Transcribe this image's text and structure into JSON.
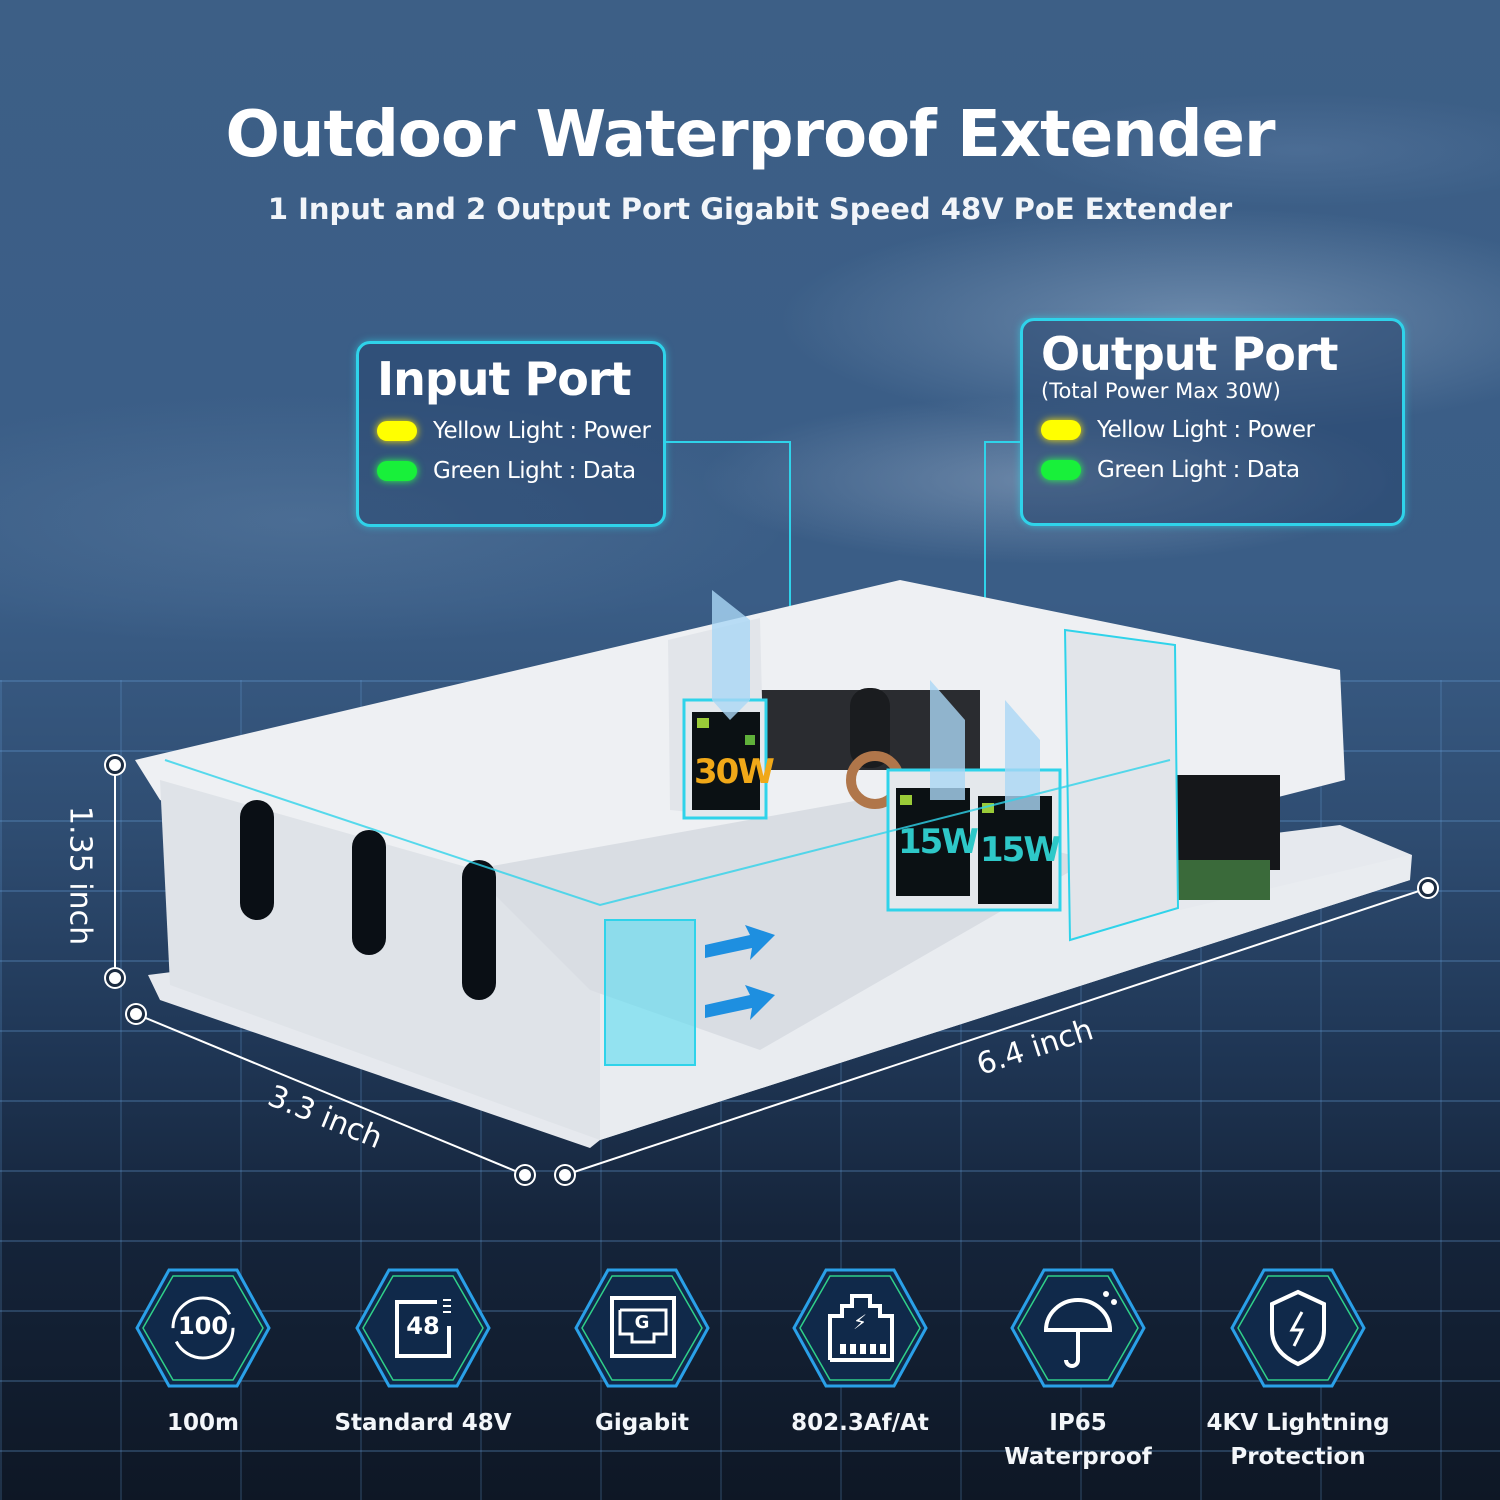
{
  "header": {
    "title": "Outdoor Waterproof Extender",
    "subtitle": "1 Input and 2 Output Port Gigabit Speed 48V PoE Extender"
  },
  "input_port": {
    "title": "Input Port",
    "legend": [
      {
        "color": "yellow",
        "label": "Yellow Light : Power"
      },
      {
        "color": "green",
        "label": "Green Light : Data"
      }
    ]
  },
  "output_port": {
    "title": "Output Port",
    "note": "(Total Power Max 30W)",
    "legend": [
      {
        "color": "yellow",
        "label": "Yellow Light : Power"
      },
      {
        "color": "green",
        "label": "Green Light : Data"
      }
    ]
  },
  "device": {
    "input_power": "30W",
    "output_power_1": "15W",
    "output_power_2": "15W",
    "dimensions": {
      "height": "1.35 inch",
      "width": "3.3 inch",
      "length": "6.4 inch"
    }
  },
  "features": [
    {
      "icon": "distance-100-icon",
      "glyph": "100",
      "label": "100m"
    },
    {
      "icon": "voltage-48-icon",
      "glyph": "48",
      "label": "Standard 48V"
    },
    {
      "icon": "gigabit-port-icon",
      "glyph": "G",
      "label": "Gigabit"
    },
    {
      "icon": "poe-port-icon",
      "glyph": "⚡",
      "label": "802.3Af/At"
    },
    {
      "icon": "umbrella-icon",
      "glyph": "☂",
      "label_line1": "IP65",
      "label_line2": "Waterproof"
    },
    {
      "icon": "shield-lightning-icon",
      "glyph": "⚡",
      "label_line1": "4KV Lightning",
      "label_line2": "Protection"
    }
  ],
  "colors": {
    "accent_cyan": "#2fd3ea",
    "led_yellow": "#ffff00",
    "led_green": "#18f03a",
    "input_label": "#f0a818",
    "output_label": "#2ec8c8"
  }
}
